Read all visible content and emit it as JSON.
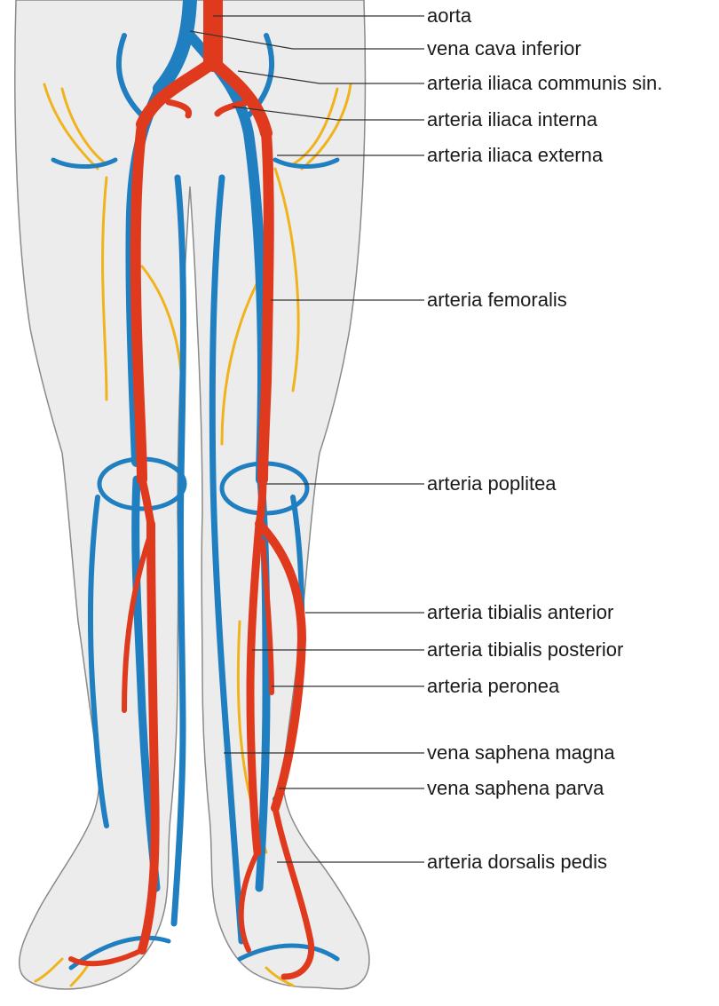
{
  "colors": {
    "artery": "#e03a1e",
    "vein": "#1f7fc0",
    "nerve": "#f1b31c",
    "skin": "#ececec",
    "outline": "#8a8a8a"
  },
  "labels": [
    {
      "id": "aorta",
      "text": "aorta"
    },
    {
      "id": "vena-cava-inferior",
      "text": "vena cava inferior"
    },
    {
      "id": "arteria-iliaca-communis-sin",
      "text": "arteria iliaca communis sin."
    },
    {
      "id": "arteria-iliaca-interna",
      "text": "arteria iliaca interna"
    },
    {
      "id": "arteria-iliaca-externa",
      "text": "arteria iliaca externa"
    },
    {
      "id": "arteria-femoralis",
      "text": "arteria femoralis"
    },
    {
      "id": "arteria-poplitea",
      "text": "arteria poplitea"
    },
    {
      "id": "arteria-tibialis-anterior",
      "text": "arteria tibialis anterior"
    },
    {
      "id": "arteria-tibialis-posterior",
      "text": "arteria tibialis posterior"
    },
    {
      "id": "arteria-peronea",
      "text": "arteria peronea"
    },
    {
      "id": "vena-saphena-magna",
      "text": "vena saphena magna"
    },
    {
      "id": "vena-saphena-parva",
      "text": "vena saphena parva"
    },
    {
      "id": "arteria-dorsalis-pedis",
      "text": "arteria dorsalis pedis"
    }
  ]
}
